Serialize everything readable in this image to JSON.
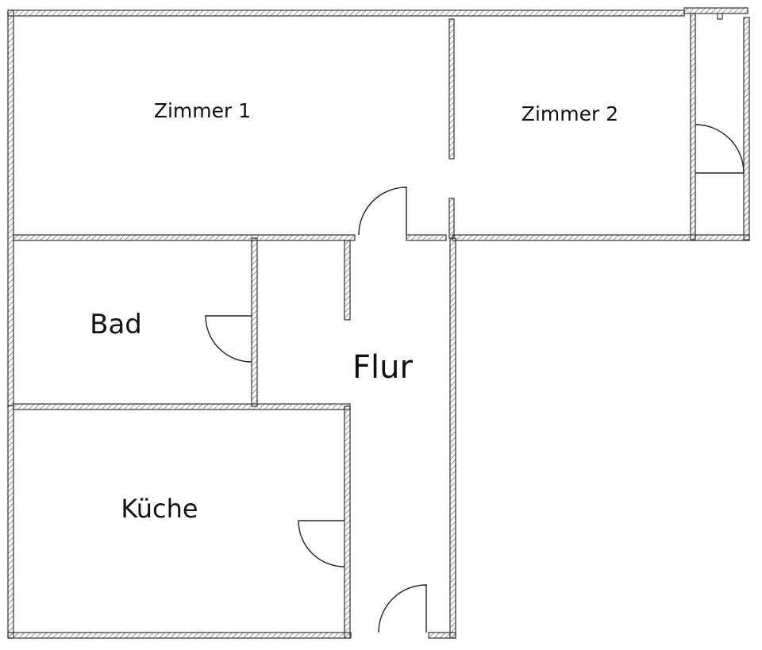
{
  "rooms": {
    "zimmer1": "Zimmer 1",
    "zimmer2": "Zimmer 2",
    "bad": "Bad",
    "flur": "Flur",
    "kueche": "Küche"
  },
  "colors": {
    "wall_stroke": "#333333",
    "wall_fill": "#ffffff",
    "hatch": "#555555",
    "door_line": "#222222",
    "text": "#111111"
  }
}
